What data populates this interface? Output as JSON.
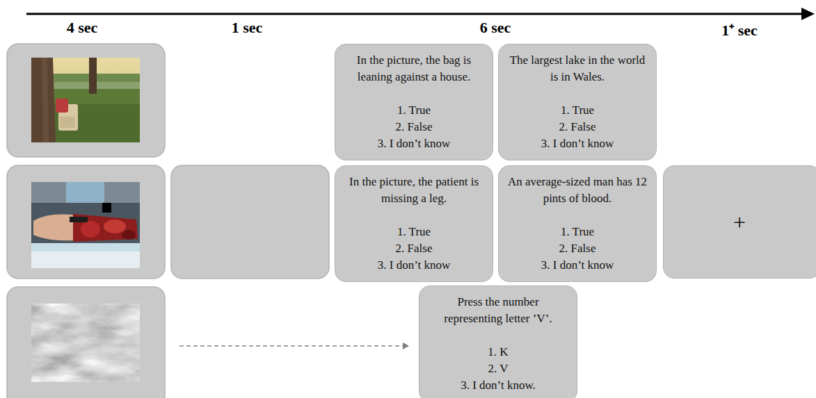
{
  "diagram": {
    "nodes": [
      {
        "text": [
          "In the picture, the bag is leaning against a house.",
          "1. True",
          "2. False",
          "3. I don’t know"
        ]
      },
      {
        "text": [
          "The largest lake in the world is in Wales.",
          "1. True",
          "2. False",
          "3. I don’t know"
        ]
      },
      {
        "text": [
          "In the picture, the patient is missing a leg.",
          "1. True",
          "2. False",
          "3. I don’t know"
        ]
      },
      {
        "text": [
          "An average-sized man has 12 pints of blood.",
          "1. True",
          "2. False",
          "3. I don’t know"
        ]
      },
      {
        "text": [
          "+"
        ]
      },
      {
        "text": [
          "Press the number representing letter ’V’.",
          "1. K",
          "2. V",
          "3. I don’t know."
        ]
      }
    ],
    "labels": [
      "4 sec",
      "1 sec",
      "6 sec",
      "1⁺ sec"
    ]
  }
}
